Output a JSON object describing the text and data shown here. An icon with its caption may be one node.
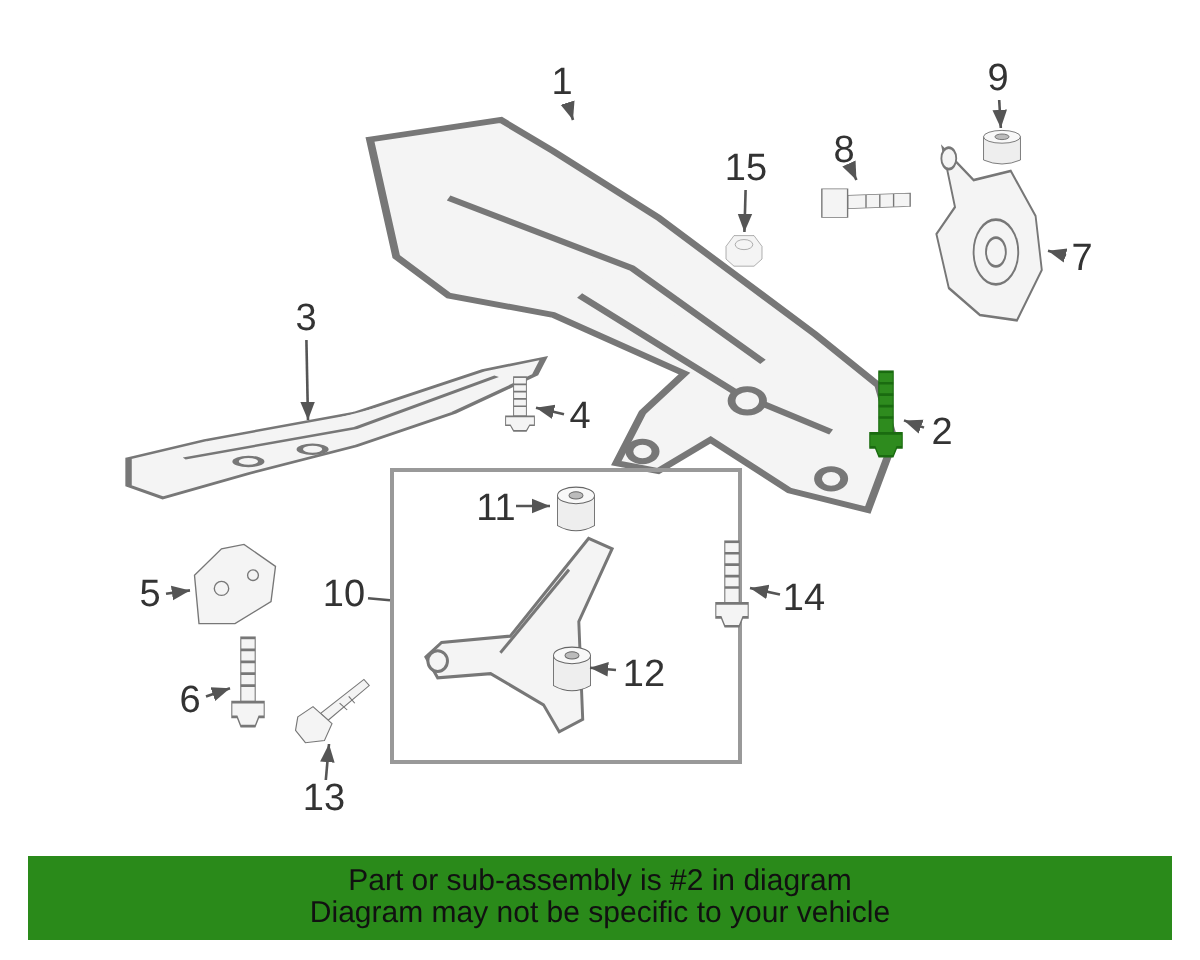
{
  "diagram": {
    "nodes": [
      {
        "text": [
          "1"
        ]
      },
      {
        "text": [],
        "shape": "picture"
      },
      {
        "text": [
          "2"
        ]
      },
      {
        "text": [],
        "shape": "picture"
      },
      {
        "text": [
          "3"
        ]
      },
      {
        "text": [],
        "shape": "picture"
      },
      {
        "text": [
          "4"
        ]
      },
      {
        "text": [],
        "shape": "picture"
      },
      {
        "text": [
          "5"
        ]
      },
      {
        "text": [],
        "shape": "picture"
      },
      {
        "text": [
          "6"
        ]
      },
      {
        "text": [],
        "shape": "picture"
      },
      {
        "text": [
          "7"
        ]
      },
      {
        "text": [],
        "shape": "picture"
      },
      {
        "text": [
          "8"
        ]
      },
      {
        "text": [],
        "shape": "picture"
      },
      {
        "text": [
          "9"
        ]
      },
      {
        "text": [],
        "shape": "cylinder"
      },
      {
        "text": [
          "10"
        ]
      },
      {
        "text": [],
        "shape": "box"
      },
      {
        "text": [
          "11"
        ],
        "in": 19
      },
      {
        "text": [],
        "shape": "cylinder",
        "in": 19
      },
      {
        "text": [
          "12"
        ],
        "in": 19
      },
      {
        "text": [],
        "shape": "cylinder",
        "in": 19
      },
      {
        "text": [
          "13"
        ]
      },
      {
        "text": [],
        "shape": "picture"
      },
      {
        "text": [
          "14"
        ]
      },
      {
        "text": [],
        "shape": "picture"
      },
      {
        "text": [
          "15"
        ]
      },
      {
        "text": [],
        "shape": "picture"
      },
      {
        "text": [
          "Part or sub-assembly is #2 in diagram",
          "Diagram may not be specific to your vehicle"
        ]
      }
    ],
    "edges": [
      {
        "from": 0,
        "to": 1,
        "arrow": "to"
      },
      {
        "from": 2,
        "to": 3,
        "arrow": "to"
      },
      {
        "from": 4,
        "to": 5,
        "arrow": "to"
      },
      {
        "from": 6,
        "to": 7,
        "arrow": "to"
      },
      {
        "from": 8,
        "to": 9,
        "arrow": "to"
      },
      {
        "from": 10,
        "to": 11,
        "arrow": "to"
      },
      {
        "from": 12,
        "to": 13,
        "arrow": "to"
      },
      {
        "from": 14,
        "to": 15,
        "arrow": "to"
      },
      {
        "from": 16,
        "to": 17,
        "arrow": "to"
      },
      {
        "from": 18,
        "to": 19,
        "arrow": "none"
      },
      {
        "from": 20,
        "to": 21,
        "arrow": "to"
      },
      {
        "from": 22,
        "to": 23,
        "arrow": "to"
      },
      {
        "from": 24,
        "to": 25,
        "arrow": "to"
      },
      {
        "from": 26,
        "to": 27,
        "arrow": "to"
      },
      {
        "from": 28,
        "to": 29,
        "arrow": "to"
      }
    ]
  }
}
